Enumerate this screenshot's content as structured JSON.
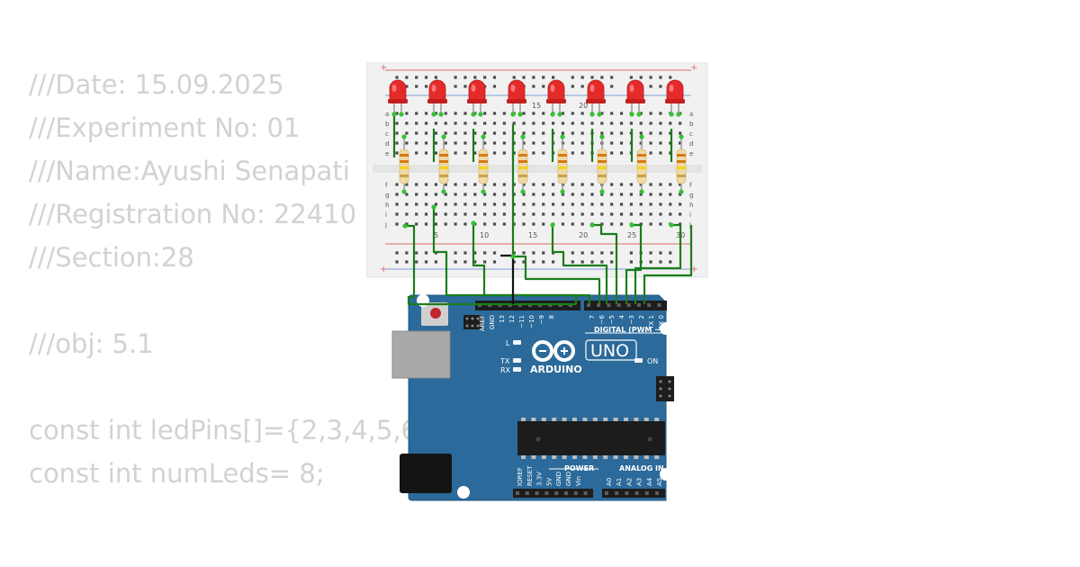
{
  "code_lines": [
    "///Date: 15.09.2025",
    "///Experiment No: 01",
    "///Name:Ayushi Senapati",
    "///Registration No: 22410",
    "///Section:28",
    "",
    "///obj: 5.1",
    "",
    "const int ledPins[]={2,3,4,5,6",
    "const int numLeds= 8;"
  ],
  "breadboard": {
    "row_letters_top": [
      "a",
      "b",
      "c",
      "d",
      "e"
    ],
    "row_letters_bottom": [
      "f",
      "g",
      "h",
      "i",
      "j"
    ],
    "column_numbers_top": [
      "15",
      "20"
    ],
    "column_numbers_bottom": [
      "5",
      "10",
      "15",
      "20",
      "25",
      "30"
    ],
    "rail_plus": "+",
    "rail_minus": "−",
    "led_count": 8
  },
  "arduino": {
    "brand": "ARDUINO",
    "model": "UNO",
    "digital_label": "DIGITAL (PWM ~)",
    "power_label": "POWER",
    "analog_label": "ANALOG IN",
    "on_label": "ON",
    "l_label": "L",
    "tx_label": "TX",
    "rx_label": "RX",
    "top_pins": [
      "AREF",
      "GND",
      "13",
      "12",
      "~11",
      "~10",
      "~9",
      "8",
      "7",
      "~6",
      "~5",
      "4",
      "~3",
      "2",
      "TX 1",
      "RX 0"
    ],
    "power_pins": [
      "IOREF",
      "RESET",
      "3.3V",
      "5V",
      "GND",
      "GND",
      "Vin"
    ],
    "analog_pins": [
      "A0",
      "A1",
      "A2",
      "A3",
      "A4",
      "A5"
    ]
  },
  "colors": {
    "code_text": "#d2d2d2",
    "board_blue": "#2b6a9a",
    "breadboard": "#f1f1f1",
    "wire_green": "#1b7d1b",
    "wire_black": "#111111",
    "led_red": "#e52a2a",
    "resistor_body": "#efd9a8"
  }
}
